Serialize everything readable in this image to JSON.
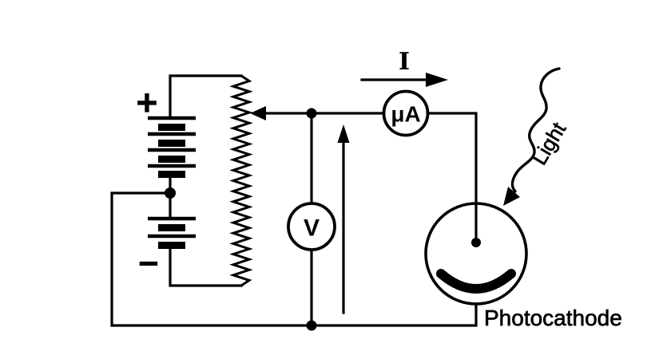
{
  "labels": {
    "current": "I",
    "microammeter": "μA",
    "voltmeter": "V",
    "light": "Light",
    "photocathode": "Photocathode",
    "battery_plus": "+",
    "battery_minus": "−"
  },
  "colors": {
    "ink": "#000000",
    "background": "#ffffff"
  }
}
